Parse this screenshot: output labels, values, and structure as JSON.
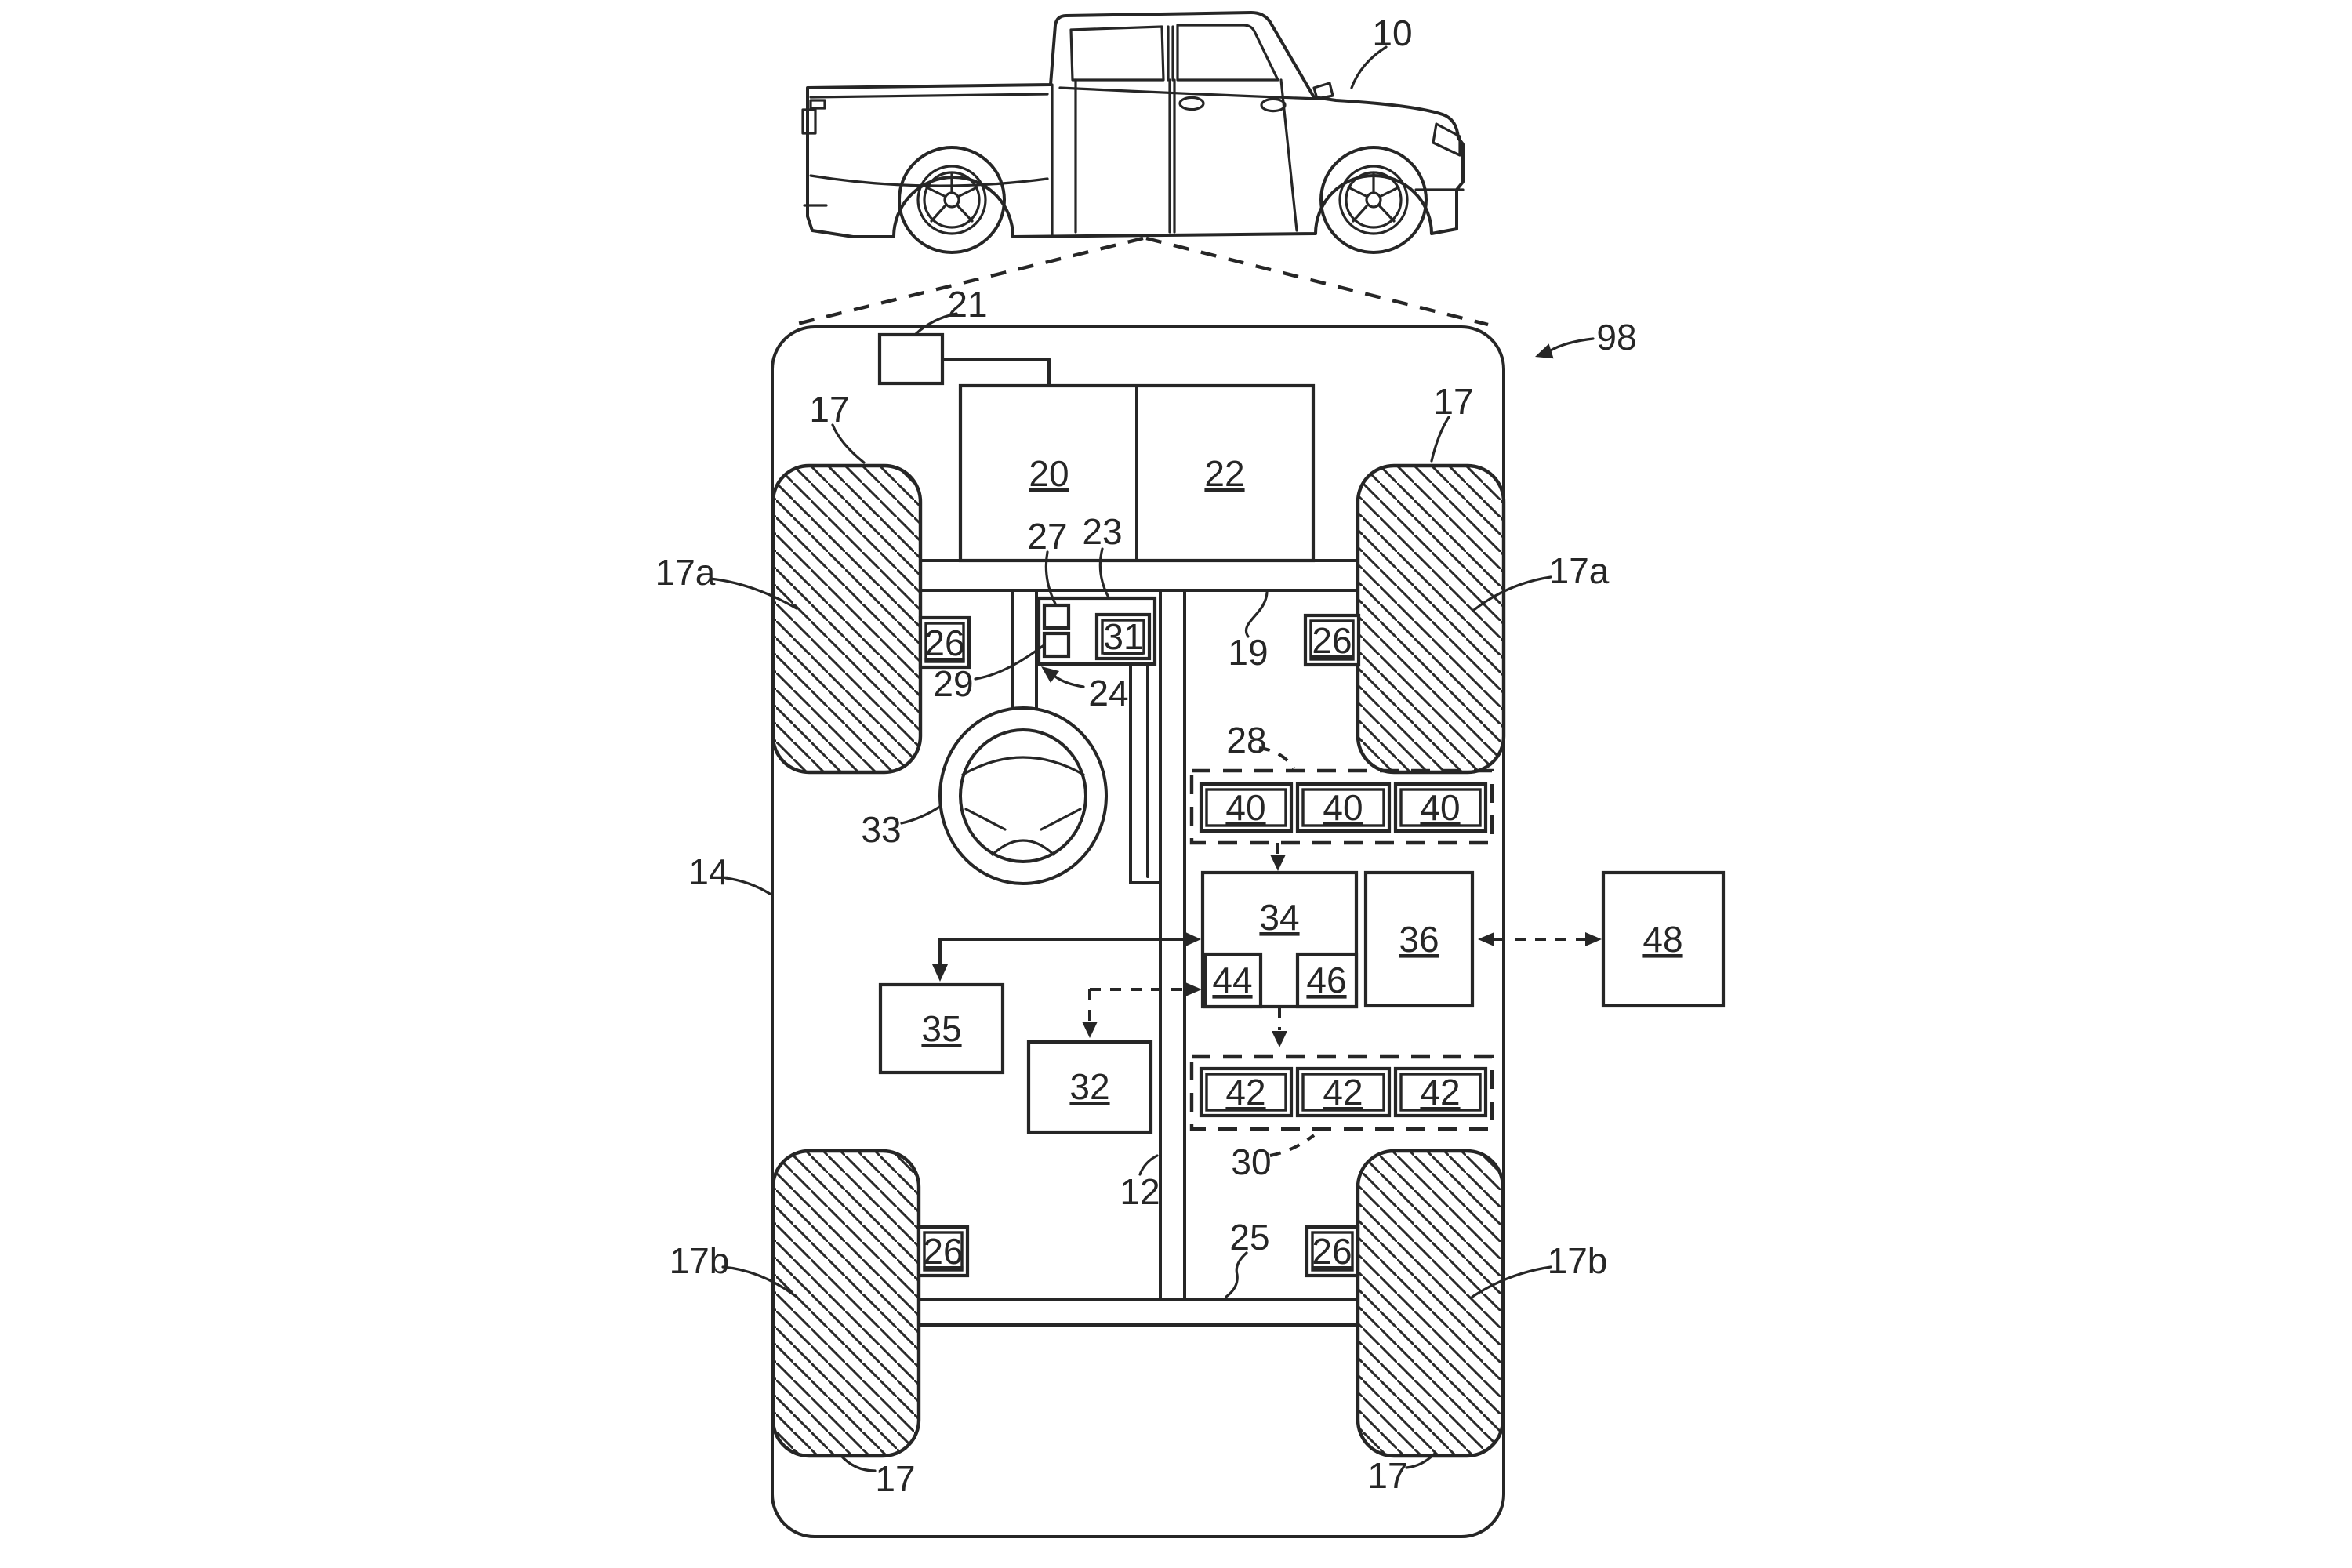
{
  "meta": {
    "kind": "patent-style vehicle schematic figure",
    "scene": "pickup truck side view above a plan-view chassis diagram with numbered reference callouts",
    "background": "#ffffff"
  },
  "colors": {
    "line": "#262626",
    "background": "#ffffff",
    "hatch": "#2a2a2a"
  },
  "refs": {
    "r10": "10",
    "r12": "12",
    "r14": "14",
    "r17": "17",
    "r17a": "17a",
    "r17b": "17b",
    "r19": "19",
    "r20": "20",
    "r21": "21",
    "r22": "22",
    "r23": "23",
    "r24": "24",
    "r25": "25",
    "r26": "26",
    "r27": "27",
    "r28": "28",
    "r29": "29",
    "r30": "30",
    "r31": "31",
    "r32": "32",
    "r33": "33",
    "r34": "34",
    "r35": "35",
    "r36": "36",
    "r40": "40",
    "r42": "42",
    "r44": "44",
    "r46": "46",
    "r48": "48",
    "r98": "98"
  }
}
